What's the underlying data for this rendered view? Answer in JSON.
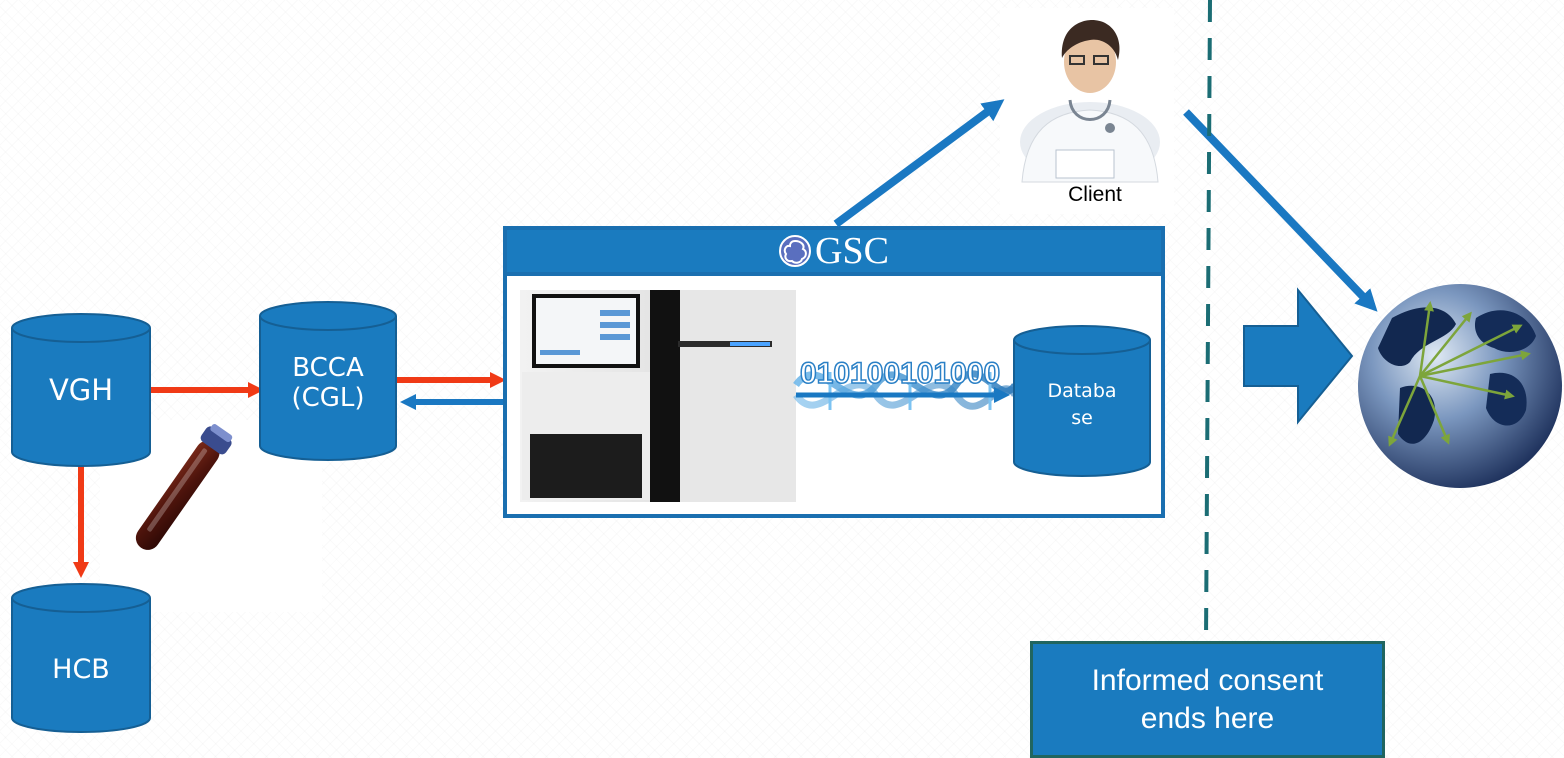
{
  "nodes": {
    "vgh": "VGH",
    "bcca": "BCCA\n(CGL)",
    "hcb": "HCB",
    "database": "Databa\nse"
  },
  "gsc": {
    "title": "GSC"
  },
  "client": {
    "label": "Client"
  },
  "binary_text": "010100101000",
  "consent_box": {
    "text": "Informed consent\nends here"
  },
  "icons": [
    "blood-tube-icon",
    "sequencer-machine-icon",
    "dna-helix-icon",
    "doctor-photo-icon",
    "globe-icon",
    "gsc-logo-icon"
  ],
  "colors": {
    "node_blue": "#1a7bbf",
    "node_border": "#155f94",
    "arrow_red": "#f03a16",
    "arrow_blue": "#1a78c2",
    "dashed_teal": "#1b6d74",
    "globe_arrows": "#7da53b"
  }
}
